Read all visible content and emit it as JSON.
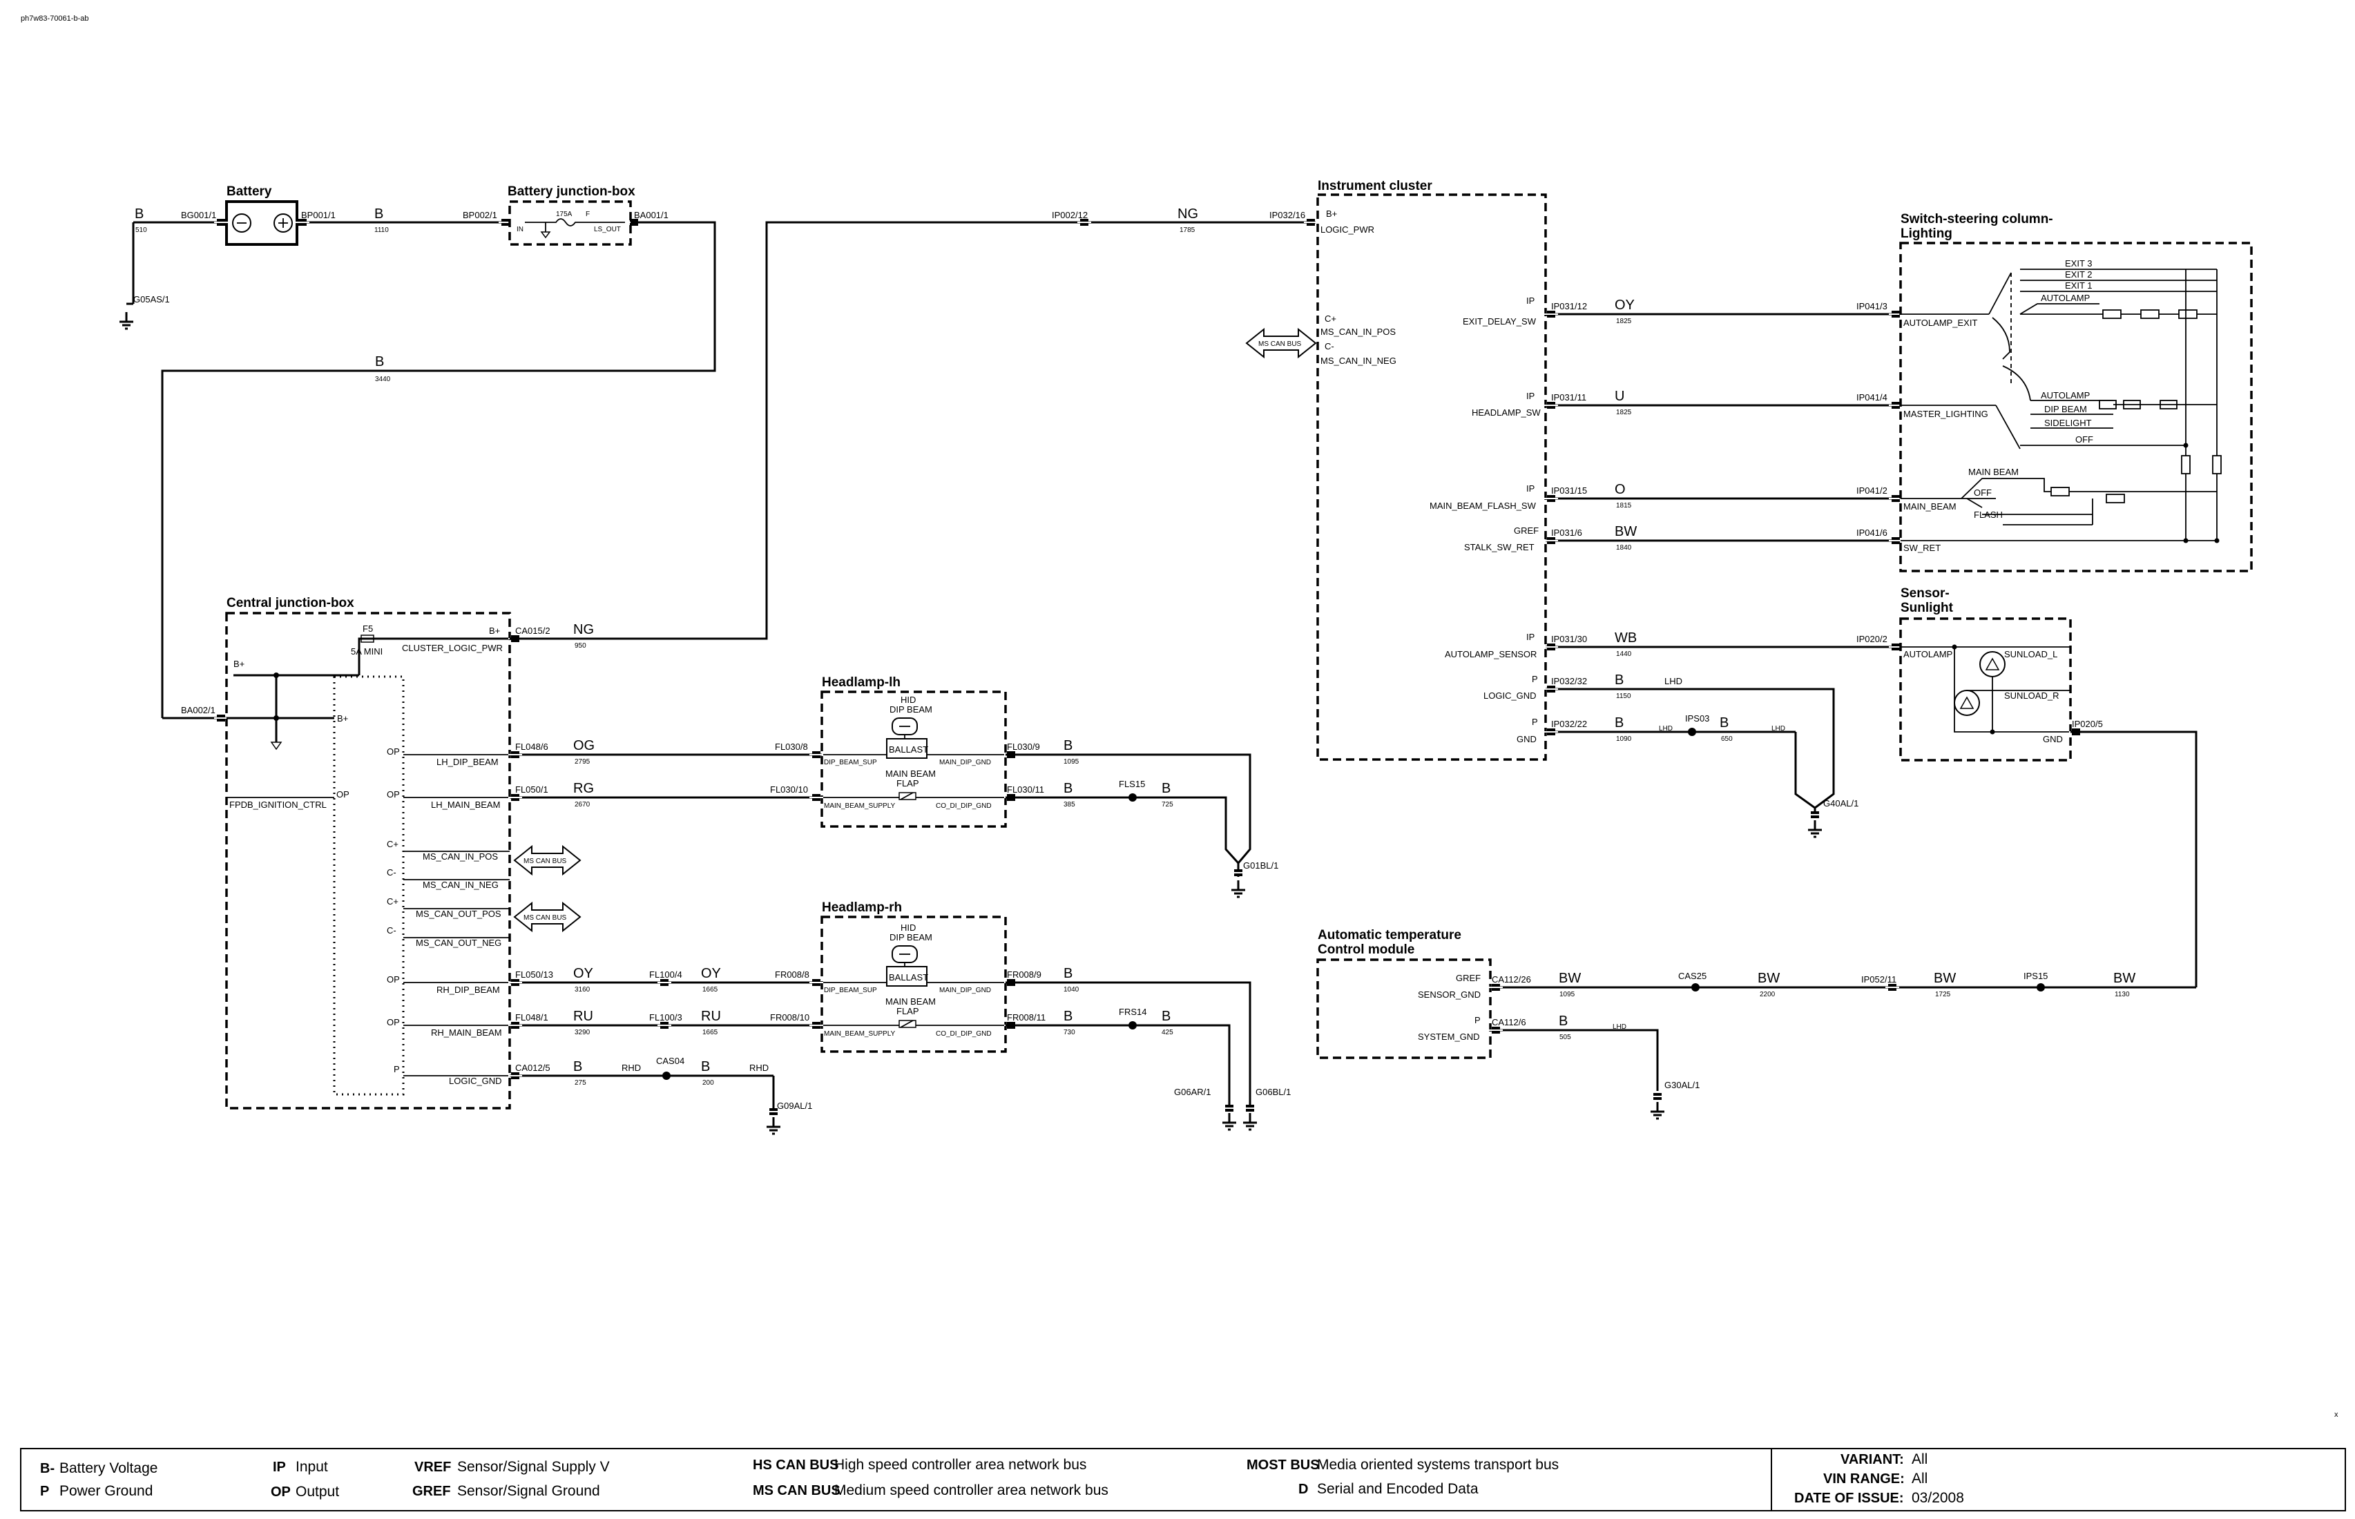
{
  "doc_id": "ph7w83-70061-b-ab",
  "components": {
    "battery": "Battery",
    "battery_jb": "Battery junction-box",
    "central_jb": "Central junction-box",
    "headlamp_lh": "Headlamp-lh",
    "headlamp_rh": "Headlamp-rh",
    "instrument_cluster": "Instrument cluster",
    "switch_l1": "Switch-steering column-",
    "switch_l2": "Lighting",
    "sensor_l1": "Sensor-",
    "sensor_l2": "Sunlight",
    "atc_l1": "Automatic temperature",
    "atc_l2": "Control module"
  },
  "battery_circuit": {
    "w1_color": "B",
    "w1_size": "510",
    "pin_bg001": "BG001/1",
    "pin_bp001": "BP001/1",
    "w2_color": "B",
    "w2_size": "1110",
    "pin_bp002": "BP002/1",
    "fuse_amp": "175A",
    "fuse_f": "F",
    "in": "IN",
    "ls_out": "LS_OUT",
    "pin_ba001": "BA001/1",
    "ground": "G05AS/1",
    "w3_color": "B",
    "w3_size": "3440",
    "pin_ba002": "BA002/1"
  },
  "central": {
    "fuse_id": "F5",
    "fuse_rating": "5A MINI",
    "bplus": "B+",
    "bplus2": "B+",
    "bplus3": "B+",
    "cluster_pwr": "CLUSTER_LOGIC_PWR",
    "pin_ca015": "CA015/2",
    "w_ng": "NG",
    "w_ng_size": "950",
    "ignition": "FPDB_IGNITION_CTRL",
    "op": "OP",
    "lh_dip": "LH_DIP_BEAM",
    "lh_main": "LH_MAIN_BEAM",
    "ms_can_in_pos": "MS_CAN_IN_POS",
    "ms_can_in_neg": "MS_CAN_IN_NEG",
    "ms_can_out_pos": "MS_CAN_OUT_POS",
    "ms_can_out_neg": "MS_CAN_OUT_NEG",
    "rh_dip": "RH_DIP_BEAM",
    "rh_main": "RH_MAIN_BEAM",
    "logic_gnd": "LOGIC_GND",
    "cplus": "C+",
    "cminus": "C-",
    "p": "P",
    "can_bus": "MS CAN BUS"
  },
  "lh_wires": {
    "pin_fl048_6": "FL048/6",
    "og": "OG",
    "og_size": "2795",
    "pin_fl030_8": "FL030/8",
    "pin_fl050_1": "FL050/1",
    "rg": "RG",
    "rg_size": "2670",
    "pin_fl030_10": "FL030/10",
    "pin_fl030_9": "FL030/9",
    "b1": "B",
    "b1_size": "1095",
    "pin_fl030_11": "FL030/11",
    "b2": "B",
    "b2_size": "385",
    "splice": "FLS15",
    "b3": "B",
    "b3_size": "725",
    "ground": "G01BL/1"
  },
  "rh_wires": {
    "pin_fl050_13": "FL050/13",
    "oy": "OY",
    "oy_size": "3160",
    "pin_fl100_4": "FL100/4",
    "oy2": "OY",
    "oy2_size": "1665",
    "pin_fr008_8": "FR008/8",
    "pin_fl048_1": "FL048/1",
    "ru": "RU",
    "ru_size": "3290",
    "pin_fl100_3": "FL100/3",
    "ru2": "RU",
    "ru2_size": "1665",
    "pin_fr008_10": "FR008/10",
    "pin_fr008_9": "FR008/9",
    "b1": "B",
    "b1_size": "1040",
    "pin_fr008_11": "FR008/11",
    "b2": "B",
    "b2_size": "730",
    "splice": "FRS14",
    "b3": "B",
    "b3_size": "425",
    "ground_ar": "G06AR/1",
    "ground_bl": "G06BL/1",
    "pin_ca012": "CA012/5",
    "lg_b": "B",
    "lg_size": "275",
    "rhd": "RHD",
    "splice2": "CAS04",
    "lg_b2": "B",
    "lg_size2": "200",
    "rhd2": "RHD",
    "ground_al": "G09AL/1"
  },
  "headlamp": {
    "hid": "HID",
    "dip_beam": "DIP BEAM",
    "ballast": "BALLAST",
    "main_beam": "MAIN BEAM",
    "flap": "FLAP",
    "dip_sup": "DIP_BEAM_SUP",
    "main_dip_gnd": "MAIN_DIP_GND",
    "main_supply": "MAIN_BEAM_SUPPLY",
    "co_di_dip_gnd": "CO_DI_DIP_GND"
  },
  "cluster": {
    "pin_ip002": "IP002/12",
    "ng": "NG",
    "ng_size": "1785",
    "pin_ip032_16": "IP032/16",
    "bplus": "B+",
    "logic_pwr": "LOGIC_PWR",
    "cplus": "C+",
    "cminus": "C-",
    "can_pos": "MS_CAN_IN_POS",
    "can_neg": "MS_CAN_IN_NEG",
    "can_bus": "MS CAN BUS",
    "ip": "IP",
    "exit_delay": "EXIT_DELAY_SW",
    "pin_ip031_12": "IP031/12",
    "oy": "OY",
    "oy_size": "1825",
    "pin_ip041_3": "IP041/3",
    "headlamp_sw": "HEADLAMP_SW",
    "pin_ip031_11": "IP031/11",
    "u": "U",
    "u_size": "1825",
    "pin_ip041_4": "IP041/4",
    "main_flash": "MAIN_BEAM_FLASH_SW",
    "pin_ip031_15": "IP031/15",
    "o": "O",
    "o_size": "1815",
    "pin_ip041_2": "IP041/2",
    "gref": "GREF",
    "stalk_ret": "STALK_SW_RET",
    "pin_ip031_6": "IP031/6",
    "bw": "BW",
    "bw_size": "1840",
    "pin_ip041_6": "IP041/6",
    "autolamp_sensor": "AUTOLAMP_SENSOR",
    "pin_ip031_30": "IP031/30",
    "wb": "WB",
    "wb_size": "1440",
    "pin_ip020_2": "IP020/2",
    "p": "P",
    "logic_gnd": "LOGIC_GND",
    "pin_ip032_32": "IP032/32",
    "b1": "B",
    "b1_size": "1150",
    "lhd1": "LHD",
    "gnd": "GND",
    "pin_ip032_22": "IP032/22",
    "b2": "B",
    "b2_size": "1090",
    "lhd2": "LHD",
    "splice": "IPS03",
    "b3": "B",
    "b3_size": "650",
    "lhd3": "LHD",
    "ground": "G40AL/1"
  },
  "switch": {
    "exit3": "EXIT 3",
    "exit2": "EXIT 2",
    "exit1": "EXIT 1",
    "autolamp": "AUTOLAMP",
    "autolamp_exit": "AUTOLAMP_EXIT",
    "autolamp2": "AUTOLAMP",
    "dip_beam": "DIP BEAM",
    "sidelight": "SIDELIGHT",
    "off": "OFF",
    "master": "MASTER_LIGHTING",
    "main_beam": "MAIN BEAM",
    "off2": "OFF",
    "main_beam2": "MAIN_BEAM",
    "flash": "FLASH",
    "sw_ret": "SW_RET"
  },
  "sensor": {
    "autolamp": "AUTOLAMP",
    "sunload_l": "SUNLOAD_L",
    "sunload_r": "SUNLOAD_R",
    "gnd": "GND",
    "pin_ip020_5": "IP020/5"
  },
  "atc": {
    "gref": "GREF",
    "sensor_gnd": "SENSOR_GND",
    "pin_ca112_26": "CA112/26",
    "bw1": "BW",
    "bw1_size": "1095",
    "splice1": "CAS25",
    "bw2": "BW",
    "bw2_size": "2200",
    "pin_ip052": "IP052/11",
    "bw3": "BW",
    "bw3_size": "1725",
    "splice2": "IPS15",
    "bw4": "BW",
    "bw4_size": "1130",
    "p": "P",
    "system_gnd": "SYSTEM_GND",
    "pin_ca112_6": "CA112/6",
    "b": "B",
    "b_size": "505",
    "lhd": "LHD",
    "ground": "G30AL/1"
  },
  "legend": {
    "b_key": "B-",
    "b_val": "Battery Voltage",
    "p_key": "P",
    "p_val": "Power Ground",
    "ip_key": "IP",
    "ip_val": "Input",
    "op_key": "OP",
    "op_val": "Output",
    "vref_key": "VREF",
    "vref_val": "Sensor/Signal Supply V",
    "gref_key": "GREF",
    "gref_val": "Sensor/Signal Ground",
    "hs_key": "HS CAN BUS",
    "hs_val": "High speed controller area network bus",
    "ms_key": "MS CAN BUS",
    "ms_val": "Medium speed controller area network bus",
    "most_key": "MOST BUS",
    "most_val": "Media oriented systems transport bus",
    "d_key": "D",
    "d_val": "Serial and Encoded Data",
    "variant_key": "VARIANT:",
    "variant_val": "All",
    "vin_key": "VIN RANGE:",
    "vin_val": "All",
    "date_key": "DATE OF ISSUE:",
    "date_val": "03/2008"
  },
  "corner_mark": "x"
}
